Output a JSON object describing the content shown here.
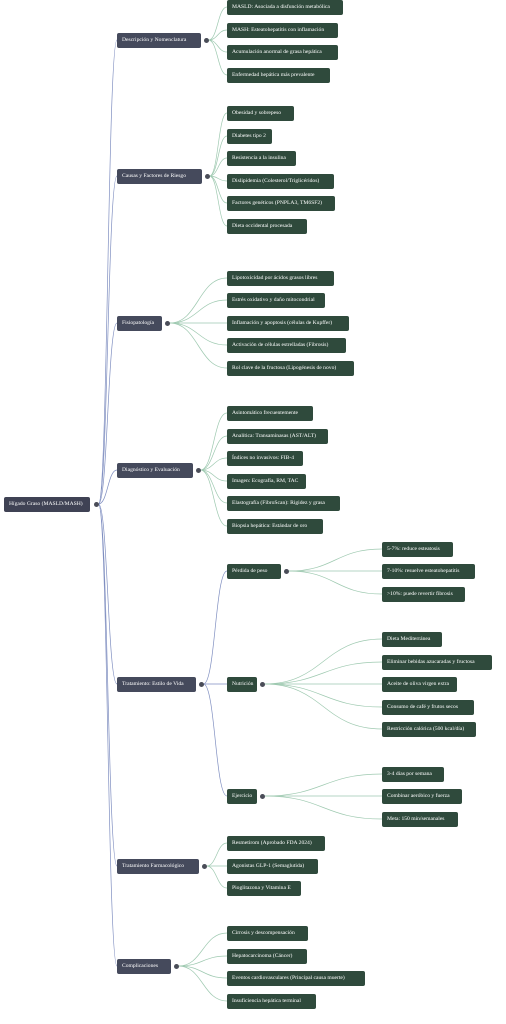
{
  "root": {
    "label": "Hígado Graso (MASLD/MASH)"
  },
  "categories": [
    {
      "label": "Descripción y Nomenclatura",
      "leaves": [
        "MASLD: Asociada a disfunción metabólica",
        "MASH: Esteatohepatitis con inflamación",
        "Acumulación anormal de grasa hepática",
        "Enfermedad hepática más prevalente"
      ]
    },
    {
      "label": "Causas y Factores de Riesgo",
      "leaves": [
        "Obesidad y sobrepeso",
        "Diabetes tipo 2",
        "Resistencia a la insulina",
        "Dislipidemia (Colesterol/Triglicéridos)",
        "Factores genéticos (PNPLA3, TM6SF2)",
        "Dieta occidental procesada"
      ]
    },
    {
      "label": "Fisiopatología",
      "leaves": [
        "Lipotoxicidad por ácidos grasos libres",
        "Estrés oxidativo y daño mitocondrial",
        "Inflamación y apoptosis (células de Kupffer)",
        "Activación de células estrelladas (Fibrosis)",
        "Rol clave de la fructosa (Lipogénesis de novo)"
      ]
    },
    {
      "label": "Diagnóstico y Evaluación",
      "leaves": [
        "Asintomático frecuentemente",
        "Analítica: Transaminasas (AST/ALT)",
        "Índices no invasivos: FIB-4",
        "Imagen: Ecografía, RM, TAC",
        "Elastografía (FibroScan): Rigidez y grasa",
        "Biopsia hepática: Estándar de oro"
      ]
    },
    {
      "label": "Tratamiento: Estilo de Vida",
      "subs": [
        {
          "label": "Pérdida de peso",
          "leaves": [
            "5-7%: reduce esteatosis",
            "7-10%: resuelve esteatohepatitis",
            ">10%: puede revertir fibrosis"
          ]
        },
        {
          "label": "Nutrición",
          "leaves": [
            "Dieta Mediterránea",
            "Eliminar bebidas azucaradas y fructosa",
            "Aceite de oliva virgen extra",
            "Consumo de café y frutos secos",
            "Restricción calórica (500 kcal/día)"
          ]
        },
        {
          "label": "Ejercicio",
          "leaves": [
            "3-4 días por semana",
            "Combinar aeróbico y fuerza",
            "Meta: 150 min/semanales"
          ]
        }
      ]
    },
    {
      "label": "Tratamiento Farmacológico",
      "leaves": [
        "Resmetirom (Aprobado FDA 2024)",
        "Agonistas GLP-1 (Semaglutida)",
        "Pioglitazona y Vitamina E"
      ]
    },
    {
      "label": "Complicaciones",
      "leaves": [
        "Cirrosis y descompensación",
        "Hepatocarcinoma (Cáncer)",
        "Eventos cardiovasculares (Principal causa muerte)",
        "Insuficiencia hepática terminal"
      ]
    }
  ],
  "colors": {
    "root_edge": "#7f8ec0",
    "leaf_edge": "#9ec9b0",
    "node_green": "#2f4a3c",
    "node_slate": "#454a5c"
  }
}
